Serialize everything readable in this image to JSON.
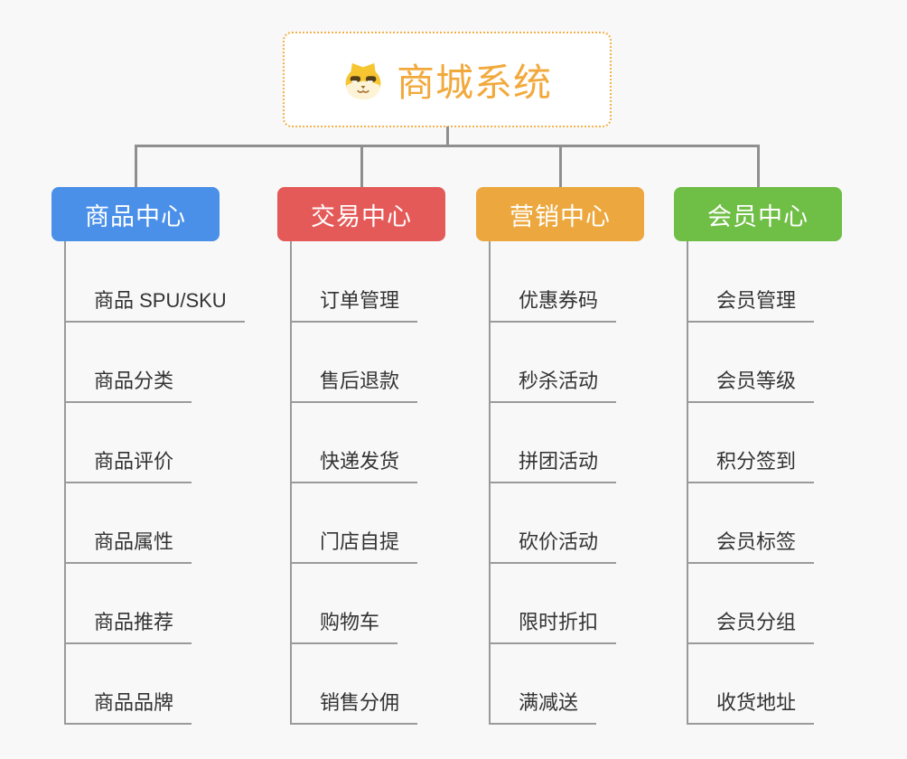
{
  "root": {
    "title": "商城系统"
  },
  "branches": [
    {
      "label": "商品中心",
      "color": "#4A90E8",
      "items": [
        "商品 SPU/SKU",
        "商品分类",
        "商品评价",
        "商品属性",
        "商品推荐",
        "商品品牌"
      ]
    },
    {
      "label": "交易中心",
      "color": "#E45A58",
      "items": [
        "订单管理",
        "售后退款",
        "快递发货",
        "门店自提",
        "购物车",
        "销售分佣"
      ]
    },
    {
      "label": "营销中心",
      "color": "#ECA83E",
      "items": [
        "优惠券码",
        "秒杀活动",
        "拼团活动",
        "砍价活动",
        "限时折扣",
        "满减送"
      ]
    },
    {
      "label": "会员中心",
      "color": "#6FBE45",
      "items": [
        "会员管理",
        "会员等级",
        "积分签到",
        "会员标签",
        "会员分组",
        "收货地址"
      ]
    }
  ],
  "colors": {
    "background": "#F8F8F8",
    "connector": "#8F8F8F",
    "leaf_line": "#9A9A9A",
    "leaf_text": "#333333",
    "root_text": "#F2A93C",
    "root_border": "#F2B14B"
  }
}
